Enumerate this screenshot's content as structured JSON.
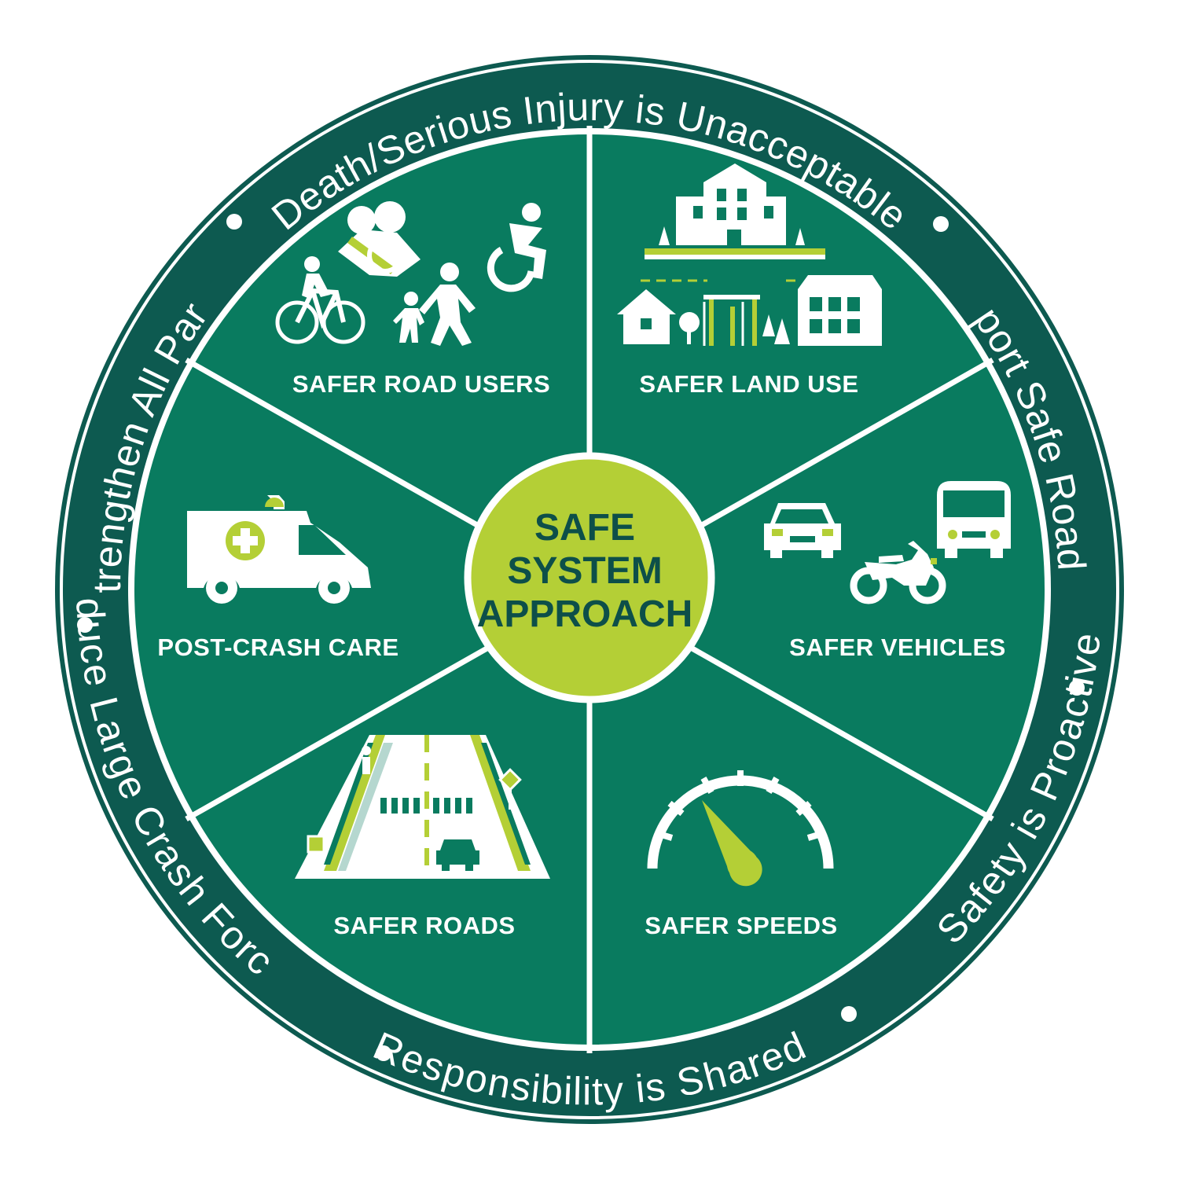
{
  "colors": {
    "ring": "#0d5a50",
    "wheel": "#097b5f",
    "center": "#b4cf36",
    "accent": "#b4cf36",
    "center_text": "#0d4f49",
    "white": "#ffffff"
  },
  "center": {
    "line1": "SAFE",
    "line2": "SYSTEM",
    "line3": "APPROACH"
  },
  "principles": {
    "top": "Death/Serious Injury is Unacceptable",
    "upper_right": "Support Safe Road Use",
    "lower_right": "Safety is Proactive",
    "bottom": "Responsibility is Shared",
    "lower_left": "Reduce Large Crash Forces",
    "upper_left": "Strengthen All Parts"
  },
  "segments": {
    "road_users": {
      "label": "SAFER ROAD USERS",
      "icon": "road-users-icon"
    },
    "land_use": {
      "label": "SAFER LAND USE",
      "icon": "land-use-icon"
    },
    "vehicles": {
      "label": "SAFER VEHICLES",
      "icon": "vehicles-icon"
    },
    "speeds": {
      "label": "SAFER SPEEDS",
      "icon": "speedometer-icon"
    },
    "roads": {
      "label": "SAFER ROADS",
      "icon": "road-icon"
    },
    "post_crash": {
      "label": "POST-CRASH CARE",
      "icon": "ambulance-icon"
    }
  }
}
